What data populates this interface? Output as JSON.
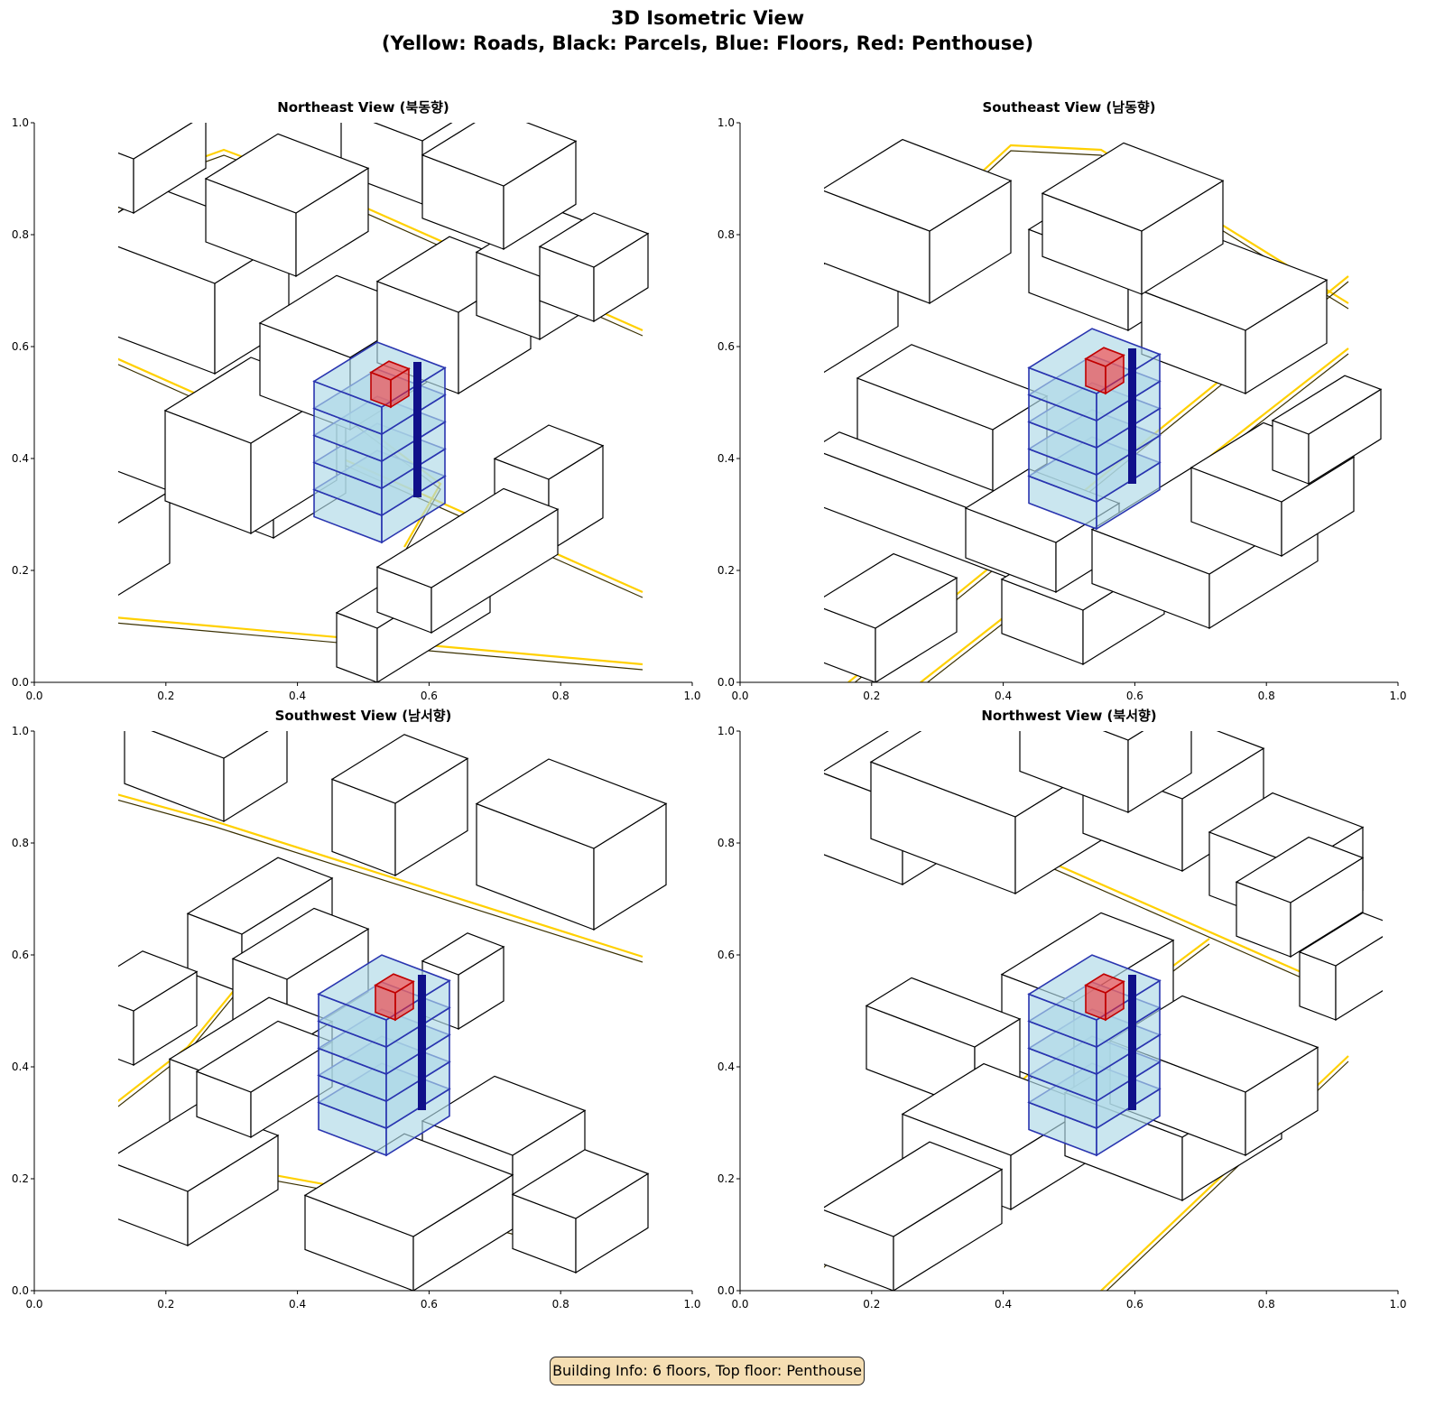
{
  "suptitle_line1": "3D Isometric View",
  "suptitle_line2": "(Yellow: Roads, Black: Parcels, Blue: Floors, Red: Penthouse)",
  "info_box": "Building Info: 6 floors, Top floor: Penthouse",
  "colors": {
    "road": "#ffd000",
    "parcel": "#000000",
    "floor_fill": "#add8e6",
    "floor_edge": "#2a35b0",
    "penthouse": "#ff2020"
  },
  "chart_data": {
    "type": "3d-isometric-render",
    "xlim": [
      0,
      1
    ],
    "ylim": [
      0,
      1
    ],
    "x_ticks": [
      "0.0",
      "0.2",
      "0.4",
      "0.6",
      "0.8",
      "1.0"
    ],
    "y_ticks": [
      "0.0",
      "0.2",
      "0.4",
      "0.6",
      "0.8",
      "1.0"
    ],
    "floors": 6,
    "top_floor": "Penthouse",
    "panels": [
      {
        "title": "Northeast View (북동향)"
      },
      {
        "title": "Southeast View (남동향)"
      },
      {
        "title": "Southwest View (남서향)"
      },
      {
        "title": "Northwest View (북서향)"
      }
    ]
  }
}
